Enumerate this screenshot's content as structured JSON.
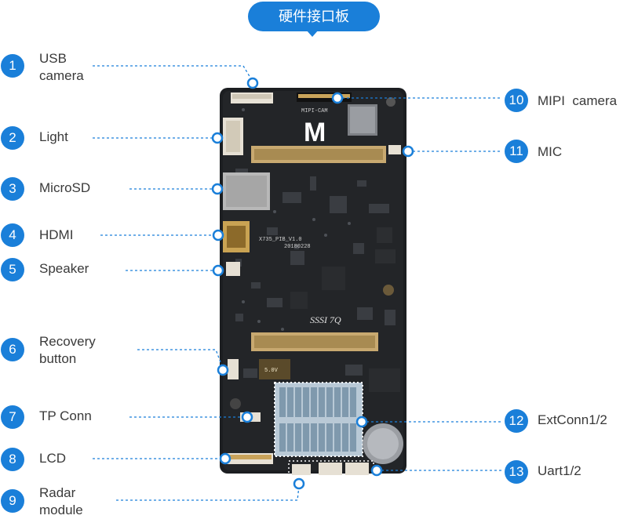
{
  "title": "硬件接口板",
  "board": {
    "logo": "M",
    "silk_mipi": "MIPI-CAM",
    "silk_model": "X735_PIB_V1.0",
    "silk_date": "20180228",
    "silk_rev": "SSSI 7Q",
    "silk_cells": "5.0V"
  },
  "callouts": [
    {
      "num": "1",
      "label": "USB\ncamera"
    },
    {
      "num": "2",
      "label": "Light"
    },
    {
      "num": "3",
      "label": "MicroSD"
    },
    {
      "num": "4",
      "label": "HDMI"
    },
    {
      "num": "5",
      "label": "Speaker"
    },
    {
      "num": "6",
      "label": "Recovery\nbutton"
    },
    {
      "num": "7",
      "label": "TP Conn"
    },
    {
      "num": "8",
      "label": "LCD"
    },
    {
      "num": "9",
      "label": "Radar\nmodule"
    },
    {
      "num": "10",
      "label": "MIPI  camera"
    },
    {
      "num": "11",
      "label": "MIC"
    },
    {
      "num": "12",
      "label": "ExtConn1/2"
    },
    {
      "num": "13",
      "label": "Uart1/2"
    }
  ],
  "colors": {
    "accent": "#1a7fd9",
    "board": "#1d1f22",
    "text": "#3a3a3a"
  }
}
